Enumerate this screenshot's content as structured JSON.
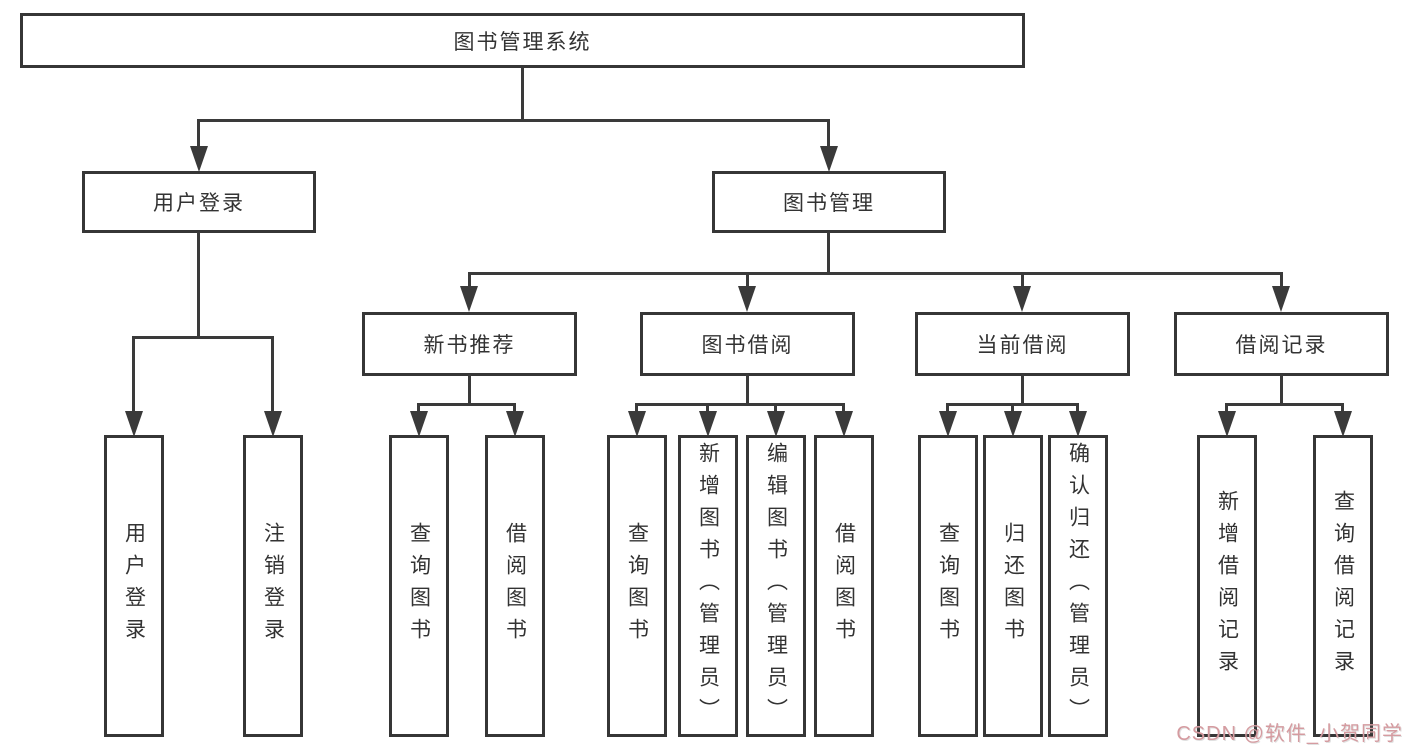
{
  "diagram": {
    "root": {
      "label": "图书管理系统"
    },
    "level2": [
      {
        "label": "用户登录"
      },
      {
        "label": "图书管理"
      }
    ],
    "level3": [
      {
        "label": "新书推荐"
      },
      {
        "label": "图书借阅"
      },
      {
        "label": "当前借阅"
      },
      {
        "label": "借阅记录"
      }
    ],
    "leaves": {
      "user_login": [
        "用户登录",
        "注销登录"
      ],
      "new_book_recommend": [
        "查询图书",
        "借阅图书"
      ],
      "book_borrow": [
        "查询图书",
        "新增图书（管理员）",
        "编辑图书（管理员）",
        "借阅图书"
      ],
      "current_borrow": [
        "查询图书",
        "归还图书",
        "确认归还（管理员）"
      ],
      "borrow_records": [
        "新增借阅记录",
        "查询借阅记录"
      ]
    }
  },
  "watermark": {
    "text": "CSDN @软件_小贺同学",
    "color": "#d59ba0"
  },
  "colors": {
    "line": "#3a3a3a",
    "box_border": "#363636",
    "text": "#333333",
    "background": "#ffffff"
  }
}
